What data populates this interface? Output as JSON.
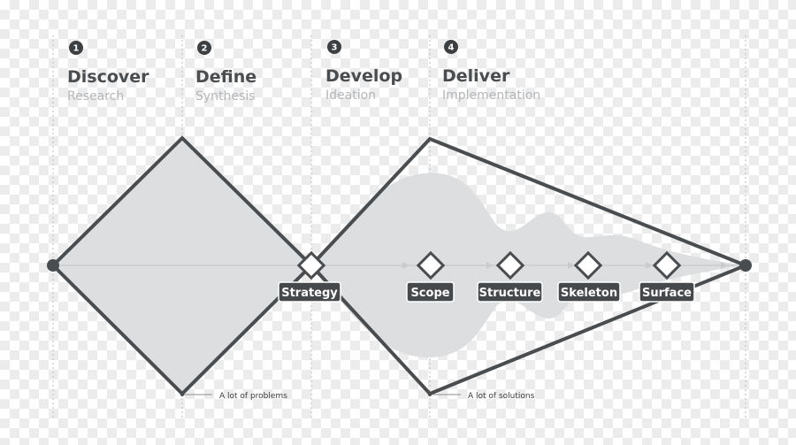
{
  "phases": [
    {
      "number": "1",
      "title": "Discover",
      "subtitle": "Research"
    },
    {
      "number": "2",
      "title": "Define",
      "subtitle": "Synthesis"
    },
    {
      "number": "3",
      "title": "Develop",
      "subtitle": "Ideation"
    },
    {
      "number": "4",
      "title": "Deliver",
      "subtitle": "Implementation"
    }
  ],
  "stages": [
    "Strategy",
    "Scope",
    "Structure",
    "Skeleton",
    "Surface"
  ],
  "annotations": {
    "problems": "A lot of problems",
    "solutions": "A lot of solutions"
  },
  "colors": {
    "stroke": "#4a4d50",
    "fill": "#dddee0",
    "label_bg": "#46494c",
    "subtitle": "#b3b6b9",
    "guides": "#c4c6c8"
  }
}
